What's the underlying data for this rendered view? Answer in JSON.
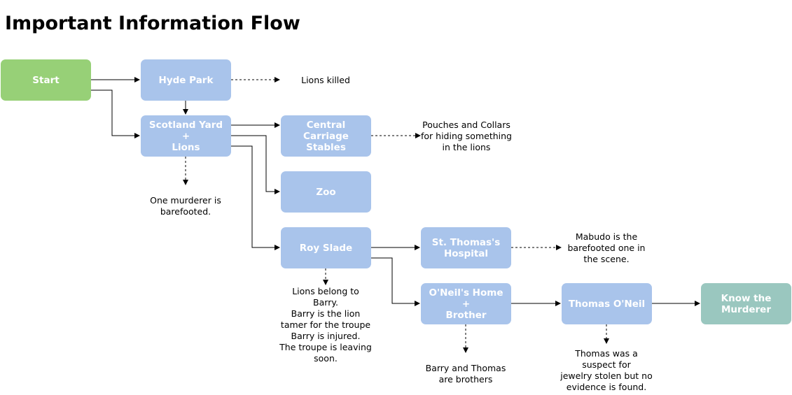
{
  "title": "Important Information Flow",
  "nodes": {
    "start": "Start",
    "hyde_park": "Hyde Park",
    "scotland_yard": "Scotland Yard\n+\nLions",
    "central_carriage": "Central Carriage\nStables",
    "zoo": "Zoo",
    "roy_slade": "Roy Slade",
    "st_thomas": "St. Thomas's\nHospital",
    "oneil_home": "O'Neil's Home\n+\nBrother",
    "thomas_oneil": "Thomas O'Neil",
    "know_murderer": "Know the\nMurderer"
  },
  "notes": {
    "lions_killed": "Lions killed",
    "pouches": "Pouches and Collars\nfor hiding something\nin the lions",
    "barefooted": "One murderer is\nbarefooted.",
    "mabudo": "Mabudo is the\nbarefooted one in\nthe scene.",
    "lions_belong": "Lions belong to\nBarry.\nBarry is the lion\ntamer for the troupe\nBarry is injured.\nThe troupe is leaving\nsoon.",
    "brothers": "Barry and Thomas\nare brothers",
    "thomas_suspect": "Thomas was a\nsuspect for\njewelry stolen but no\nevidence is found."
  },
  "colors": {
    "process": "#a9c4eb",
    "start": "#97d077",
    "end": "#9ac7bf"
  }
}
